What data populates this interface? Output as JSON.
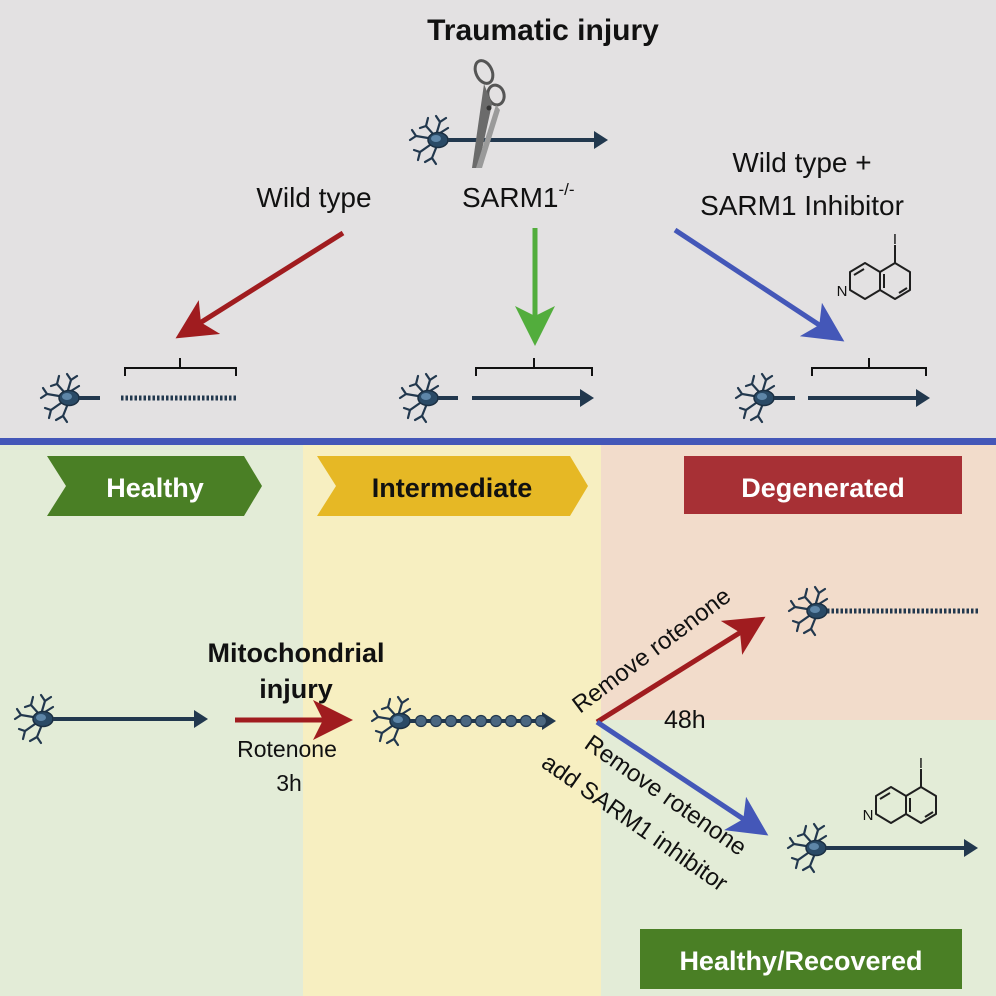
{
  "top_panel": {
    "title": "Traumatic injury",
    "branch_wild_type": "Wild type",
    "branch_knockout_base": "SARM1",
    "branch_knockout_sup": "-/-",
    "branch_inhibitor_line1": "Wild type +",
    "branch_inhibitor_line2": "SARM1 Inhibitor",
    "molecule_iodo": "I",
    "molecule_nitrogen": "N"
  },
  "bottom_panel": {
    "stage_healthy": "Healthy",
    "stage_intermediate": "Intermediate",
    "stage_degenerated": "Degenerated",
    "stage_recovered": "Healthy/Recovered",
    "injury_line1": "Mitochondrial",
    "injury_line2": "injury",
    "treatment_line1": "Rotenone",
    "treatment_line2": "3h",
    "remove_rotenone": "Remove rotenone",
    "time_48h": "48h",
    "remove_rotenone_2": "Remove rotenone",
    "add_inhibitor": "add SARM1 inhibitor",
    "molecule_iodo": "I",
    "molecule_nitrogen": "N"
  },
  "colors": {
    "top_background": "#e3e1e2",
    "divider": "#4457b8",
    "zone_healthy": "#e3ecd7",
    "zone_intermediate": "#f7efc1",
    "zone_degenerated": "#f2dccb",
    "label_healthy": "#4a7f25",
    "label_intermediate": "#e6b825",
    "label_degenerated": "#a73035",
    "arrow_red": "#a01c1f",
    "arrow_green": "#52ad3c",
    "arrow_blue": "#4457b8",
    "neuron": "#22384e"
  }
}
